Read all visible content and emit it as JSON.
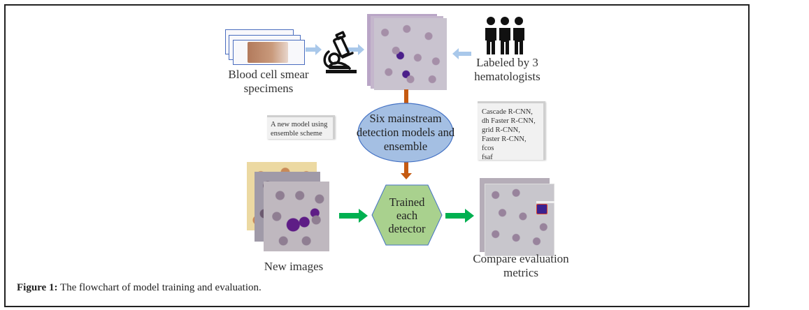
{
  "caption": {
    "prefix": "Figure 1:",
    "text": " The flowchart of model training and evaluation."
  },
  "nodes": {
    "specimens_label_line1": "Blood cell smear",
    "specimens_label_line2": "specimens",
    "hematologists_label_line1": "Labeled by 3",
    "hematologists_label_line2": "hematologists",
    "ensemble_ellipse": [
      "Six mainstream",
      "detection models and",
      "ensemble"
    ],
    "new_model_note": [
      "A new model using",
      "ensemble scheme"
    ],
    "models_list": [
      "Cascade R-CNN,",
      "dh Faster R-CNN,",
      "grid R-CNN,",
      "Faster R-CNN,",
      "fcos",
      "fsaf"
    ],
    "hexagon": [
      "Trained",
      "each",
      "detector"
    ],
    "new_images_label": "New images",
    "compare_label": "Compare evaluation metrics"
  },
  "icons": {
    "microscope": "microscope-icon",
    "people": "people-icon"
  },
  "colors": {
    "light_arrow": "#a9c8ea",
    "orange_arrow": "#c55a11",
    "green_arrow": "#00b050",
    "ellipse_fill": "#a4bfe3",
    "ellipse_stroke": "#4472c4",
    "hexagon_fill": "#a9d18e",
    "hexagon_stroke": "#4472c4"
  }
}
